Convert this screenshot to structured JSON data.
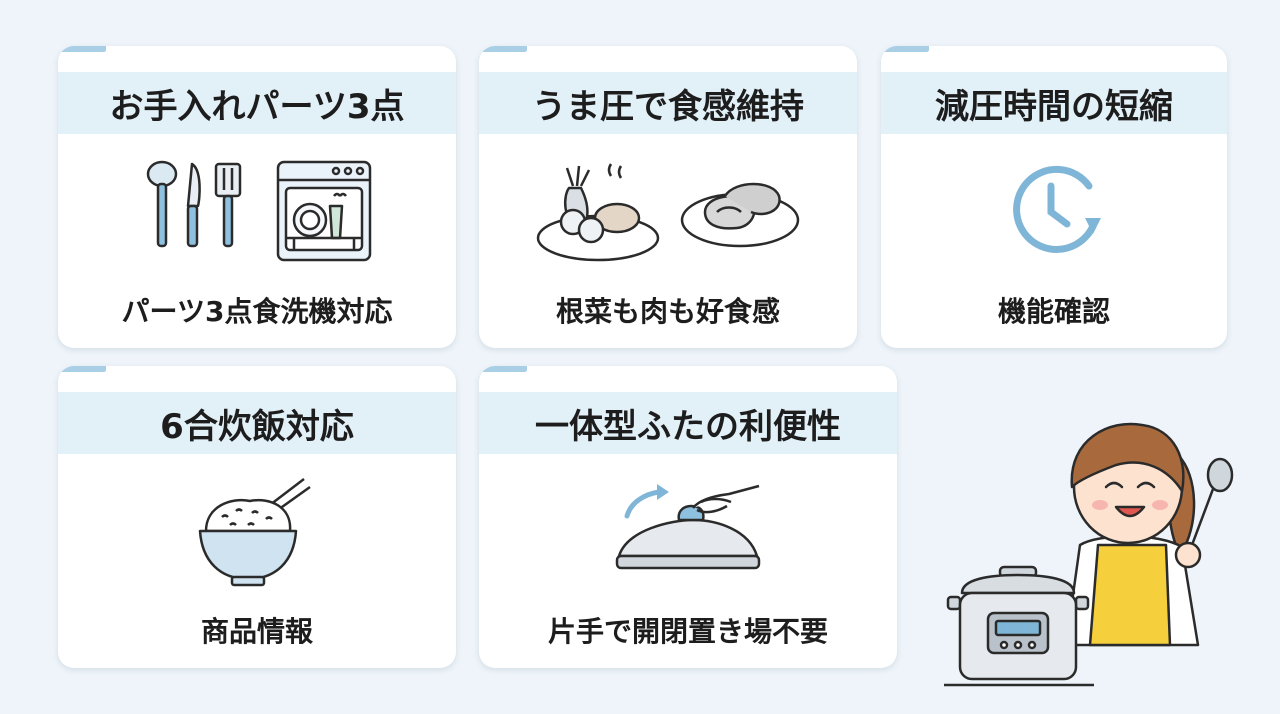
{
  "colors": {
    "background": "#eef4f9",
    "card": "#ffffff",
    "header_band": "#e2f0f8",
    "accent": "#7fb6d8"
  },
  "cards": [
    {
      "title": "お手入れパーツ3点",
      "caption": "パーツ3点食洗機対応",
      "icons": [
        "utensils-icon",
        "dishwasher-icon"
      ]
    },
    {
      "title": "うま圧で食感維持",
      "caption": "根菜も肉も好食感",
      "icons": [
        "root-vegetables-icon",
        "meat-plate-icon"
      ]
    },
    {
      "title": "減圧時間の短縮",
      "caption": "機能確認",
      "icons": [
        "clock-icon"
      ]
    },
    {
      "title": "6合炊飯対応",
      "caption": "商品情報",
      "icons": [
        "rice-bowl-icon"
      ]
    },
    {
      "title": "一体型ふたの利便性",
      "caption": "片手で開閉置き場不要",
      "icons": [
        "lid-hand-icon"
      ]
    }
  ],
  "mascot": {
    "icons": [
      "woman-chef-icon",
      "pressure-cooker-icon"
    ]
  }
}
